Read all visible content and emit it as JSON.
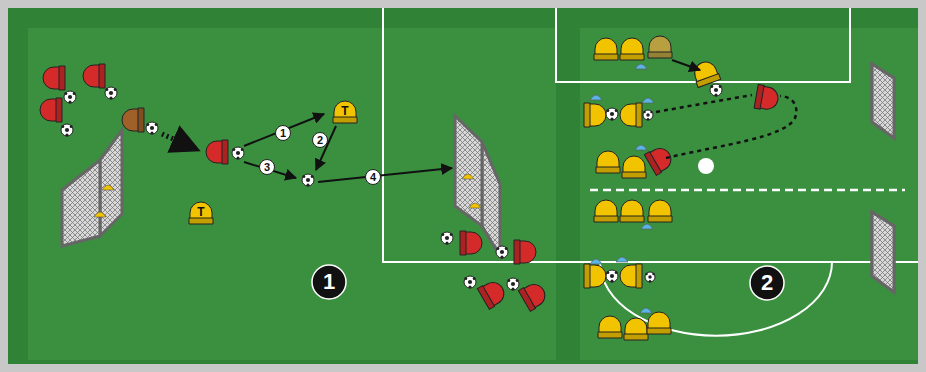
{
  "diagram": {
    "nodes": [
      {
        "text": [
          "T"
        ]
      },
      {
        "text": [
          "T"
        ]
      },
      {
        "text": [
          "1"
        ]
      },
      {
        "text": [
          "2"
        ]
      }
    ],
    "labels": [
      "1",
      "2",
      "3",
      "4"
    ]
  }
}
